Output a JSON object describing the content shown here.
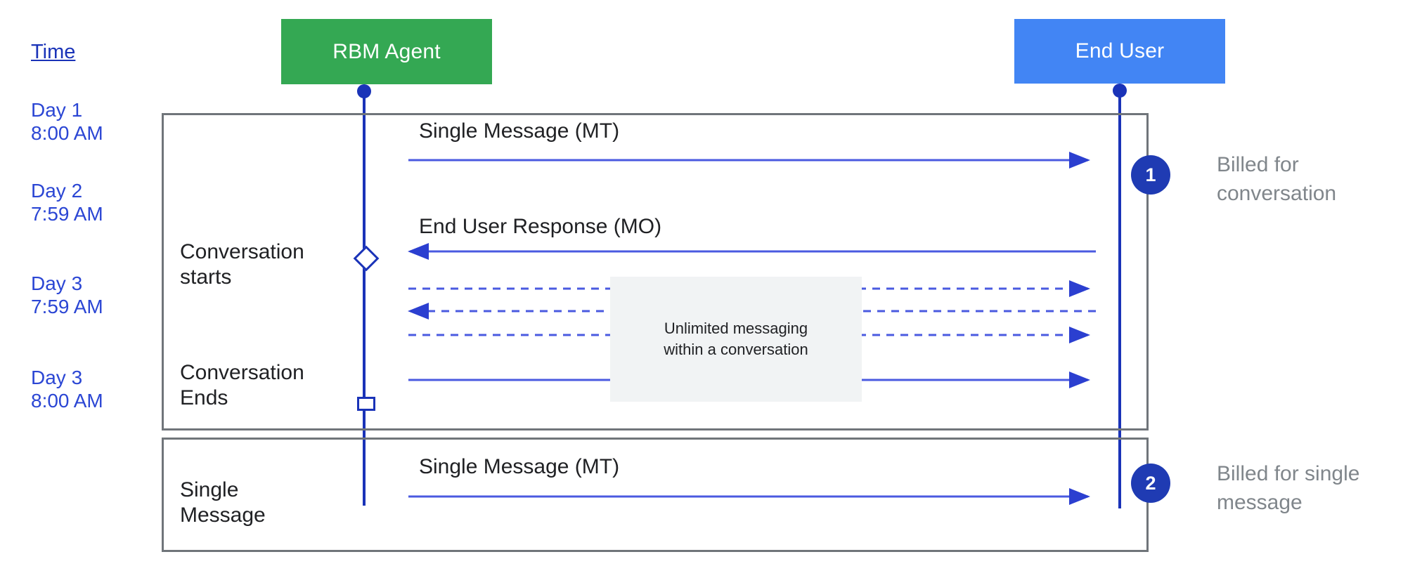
{
  "diagram": {
    "title_column": {
      "label": "Time"
    },
    "actors": [
      {
        "id": "rbm-agent",
        "label": "RBM Agent",
        "color": "#34a853"
      },
      {
        "id": "end-user",
        "label": "End User",
        "color": "#4285f4"
      }
    ],
    "time_rows": [
      {
        "id": "day1",
        "label": "Day 1\n8:00 AM"
      },
      {
        "id": "day2",
        "label": "Day 2\n7:59 AM"
      },
      {
        "id": "day3-end",
        "label": "Day 3\n7:59 AM"
      },
      {
        "id": "day3-single",
        "label": "Day 3\n8:00 AM"
      }
    ],
    "frames": [
      {
        "id": "conversation-frame",
        "stage_labels": [
          {
            "id": "conversation-starts",
            "text": "Conversation\nstarts"
          },
          {
            "id": "conversation-ends",
            "text": "Conversation\nEnds"
          }
        ],
        "messages": [
          {
            "id": "mt-first",
            "label": "Single Message (MT)",
            "direction": "right",
            "style": "solid"
          },
          {
            "id": "mo-response",
            "label": "End User Response (MO)",
            "direction": "left",
            "style": "solid"
          },
          {
            "id": "unlimited-1",
            "label": "",
            "direction": "right",
            "style": "dashed"
          },
          {
            "id": "unlimited-2",
            "label": "",
            "direction": "left",
            "style": "dashed"
          },
          {
            "id": "unlimited-3",
            "label": "",
            "direction": "right",
            "style": "dashed"
          },
          {
            "id": "unlimited-4",
            "label": "",
            "direction": "right",
            "style": "solid"
          }
        ],
        "callout": {
          "line1": "Unlimited messaging",
          "line2": "within a conversation"
        },
        "badge": {
          "number": "1",
          "color": "#1f3bb3"
        },
        "note": "Billed for\nconversation"
      },
      {
        "id": "single-message-frame",
        "stage_labels": [
          {
            "id": "single-message",
            "text": "Single\nMessage"
          }
        ],
        "messages": [
          {
            "id": "mt-second",
            "label": "Single Message (MT)",
            "direction": "right",
            "style": "solid"
          }
        ],
        "badge": {
          "number": "2",
          "color": "#1f3bb3"
        },
        "note": "Billed for single\nmessage"
      }
    ],
    "colors": {
      "lifeline": "#1a33b8",
      "arrow": "#3b4fd8",
      "frame_border": "#70757a",
      "time_text": "#2b46d4",
      "note_text": "#80868b",
      "callout_bg": "#f1f3f4"
    }
  }
}
